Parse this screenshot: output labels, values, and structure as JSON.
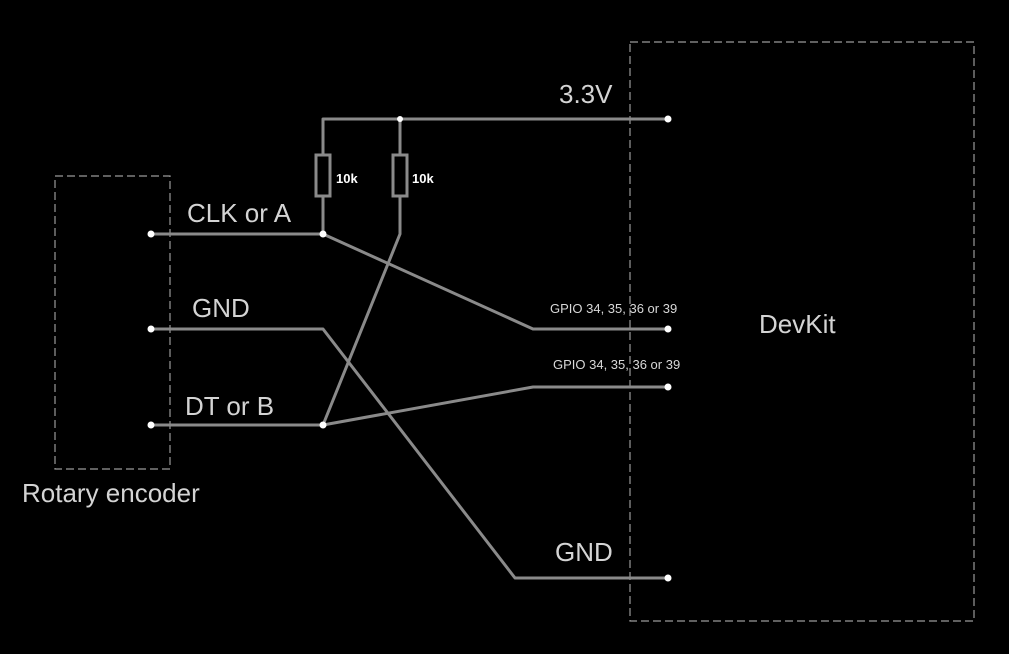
{
  "labels": {
    "supply": "3.3V",
    "clk": "CLK or A",
    "gnd_left": "GND",
    "dt": "DT or B",
    "encoder": "Rotary encoder",
    "devkit": "DevKit",
    "gpio_1": "GPIO 34, 35, 36 or 39",
    "gpio_2": "GPIO 34, 35, 36 or 39",
    "gnd_right": "GND",
    "resistor_1": "10k",
    "resistor_2": "10k"
  },
  "colors": {
    "background": "#000000",
    "wire": "#8a8a8a",
    "text": "#d4d4d4",
    "node": "#ffffff"
  }
}
